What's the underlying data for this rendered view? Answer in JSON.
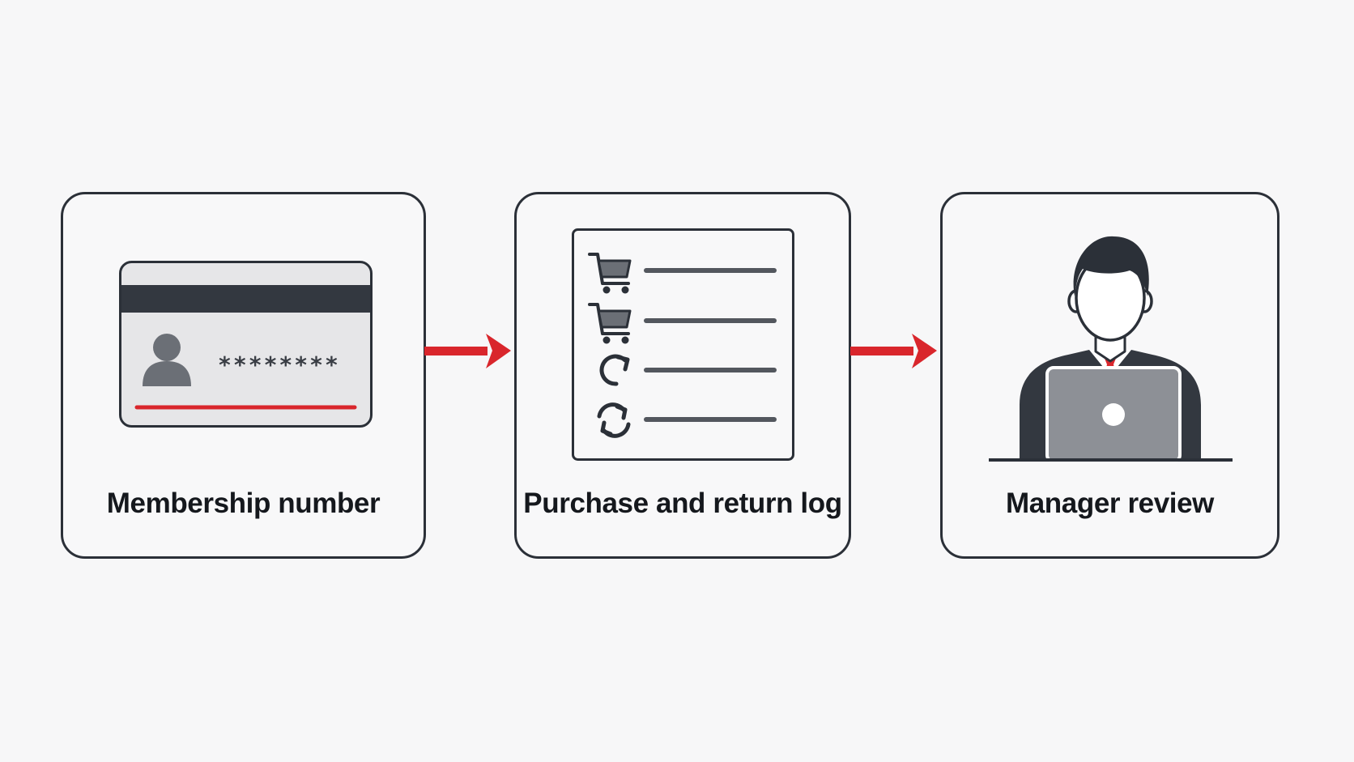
{
  "diagram": {
    "steps": [
      {
        "label": "Membership number",
        "icon": "membership-card-icon"
      },
      {
        "label": "Purchase and return log",
        "icon": "purchase-log-icon"
      },
      {
        "label": "Manager review",
        "icon": "manager-at-laptop-icon"
      }
    ],
    "card": {
      "masked_number": "********"
    },
    "connectors": [
      "arrow-right-icon",
      "arrow-right-icon"
    ]
  },
  "colors": {
    "background": "#f7f7f8",
    "outline": "#2b3038",
    "text": "#15181d",
    "accent_red": "#d9262c",
    "icon_gray": "#6b6f76",
    "laptop_gray": "#8d9096",
    "card_fill": "#e6e6e8"
  }
}
